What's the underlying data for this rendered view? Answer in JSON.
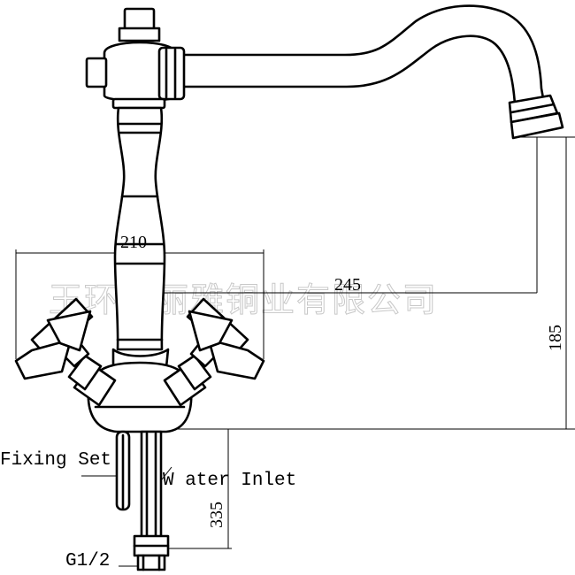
{
  "watermark": "玉环华丽雅铜业有限公司",
  "dimensions": {
    "width_base": "210",
    "spout_reach": "245",
    "spout_height": "185",
    "hose_length": "335"
  },
  "labels": {
    "fixing_set": "Fixing Set",
    "water_inlet": "W ater Inlet",
    "thread": "G1/2"
  },
  "colors": {
    "line": "#000000",
    "background": "#ffffff",
    "watermark": "#c8c8c8"
  }
}
